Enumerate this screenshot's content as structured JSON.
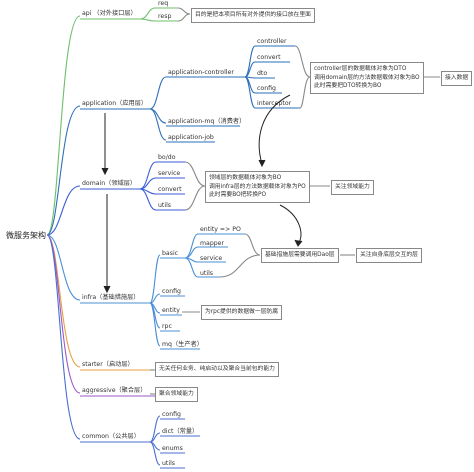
{
  "root": "微服务架构",
  "branches": {
    "api": {
      "label": "api （对外接口层）",
      "children": [
        "req",
        "resp"
      ],
      "note": "目的是把本项目所有对外提供的接口放在里面"
    },
    "application": {
      "label": "application（应用层）",
      "controller": {
        "label": "application-controller",
        "children": [
          "controller",
          "convert",
          "dto",
          "config",
          "interceptor"
        ]
      },
      "others": [
        "application-mq（消费者）",
        "application-job"
      ],
      "note": [
        "controller层的数据载体对象为DTO",
        "调用domain层的方法数据载体对象为BO",
        "此时需要把DTO转换为BO"
      ],
      "note2": "接入数据"
    },
    "domain": {
      "label": "domain（领域层）",
      "children": [
        "bo/do",
        "service",
        "convert",
        "utils"
      ],
      "note": [
        "领域层的数据载体对象为BO",
        "调用infra层的方法数据载体对象为PO",
        "此时需要BO把转换PO"
      ],
      "note2": "关注领域能力"
    },
    "infra": {
      "label": "infra（基础措施层）",
      "basic": {
        "label": "basic",
        "children": [
          "entity => PO",
          "mapper",
          "service",
          "utils"
        ]
      },
      "others": [
        "config",
        "entity",
        "rpc",
        "mq（生产者）"
      ],
      "entity_note": "为rpc提供的数据做一层防腐",
      "note": "基础措施层需要调用Dao层",
      "note2": "关注自身底层交互的层"
    },
    "starter": {
      "label": "starter（启动层）",
      "note": "无关任何业务、纯启动以及聚合当前包的能力"
    },
    "aggressive": {
      "label": "aggressive（聚合层）",
      "note": "聚合领域能力"
    },
    "common": {
      "label": "common（公共层）",
      "children": [
        "config",
        "dict（常量）",
        "enums",
        "utils"
      ]
    }
  },
  "colors": {
    "api": "#6cbf6a",
    "application": "#2e6fb8",
    "domain": "#3d5ed6",
    "infra": "#4a8fd6",
    "starter": "#e8a040",
    "aggressive": "#9b59c9",
    "common": "#4a6fd0"
  }
}
